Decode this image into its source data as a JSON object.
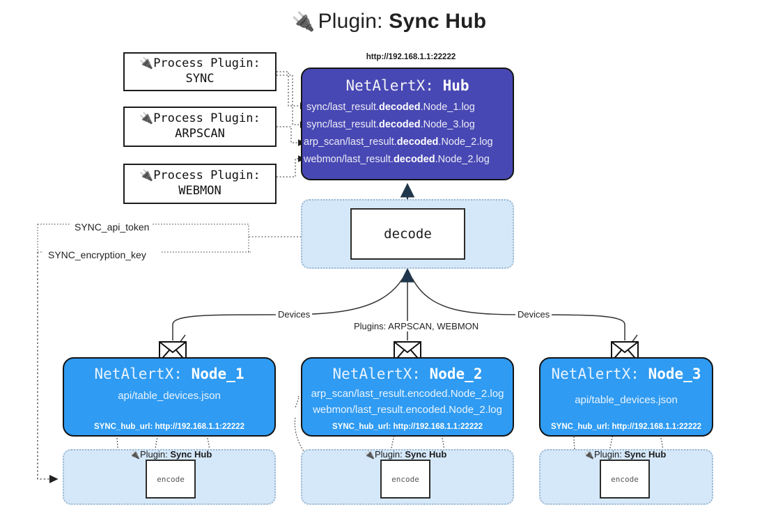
{
  "title": {
    "icon": "plug-icon",
    "prefix": "Plugin:",
    "name": "Sync Hub"
  },
  "colors": {
    "hub": "#4848b4",
    "node": "#2f9bf2",
    "panel": "#d5e8fa",
    "box_border": "#1c1c1c",
    "text_dark": "#1a1a1a"
  },
  "process_plugins": [
    {
      "icon": "plug-icon",
      "line1": "Process Plugin:",
      "line2": "SYNC"
    },
    {
      "icon": "plug-icon",
      "line1": "Process Plugin:",
      "line2": "ARPSCAN"
    },
    {
      "icon": "plug-icon",
      "line1": "Process Plugin:",
      "line2": "WEBMON"
    }
  ],
  "hub": {
    "url": "http://192.168.1.1:22222",
    "app": "NetAlertX:",
    "name": "Hub",
    "logs": [
      {
        "pre": "sync/last_result.",
        "mid": "decoded",
        "post": ".Node_1.log"
      },
      {
        "pre": "sync/last_result.",
        "mid": "decoded",
        "post": ".Node_3.log"
      },
      {
        "pre": "arp_scan/last_result.",
        "mid": "decoded",
        "post": ".Node_2.log"
      },
      {
        "pre": "webmon/last_result.",
        "mid": "decoded",
        "post": ".Node_2.log"
      }
    ]
  },
  "decode": {
    "label": "decode"
  },
  "secrets": {
    "api_token": "SYNC_api_token",
    "encryption_key": "SYNC_encryption_key"
  },
  "edges": {
    "devices_left": "Devices",
    "devices_right": "Devices",
    "plugins_center": "Plugins: ARPSCAN, WEBMON"
  },
  "nodes": [
    {
      "app": "NetAlertX:",
      "name": "Node_1",
      "lines": [
        {
          "text": "api/table_devices.json"
        }
      ],
      "footer": "SYNC_hub_url: http://192.168.1.1:22222",
      "envelope_icon": "envelope-icon"
    },
    {
      "app": "NetAlertX:",
      "name": "Node_2",
      "lines": [
        {
          "text": "arp_scan/last_result.encoded.Node_2.log"
        },
        {
          "text": "webmon/last_result.encoded.Node_2.log"
        }
      ],
      "footer": "SYNC_hub_url: http://192.168.1.1:22222",
      "envelope_icon": "envelope-icon"
    },
    {
      "app": "NetAlertX:",
      "name": "Node_3",
      "lines": [
        {
          "text": "api/table_devices.json"
        }
      ],
      "footer": "SYNC_hub_url: http://192.168.1.1:22222",
      "envelope_icon": "envelope-icon"
    }
  ],
  "encoders": [
    {
      "plugin_prefix": "Plugin:",
      "plugin_name": "Sync Hub",
      "label": "encode",
      "icon": "plug-icon"
    },
    {
      "plugin_prefix": "Plugin:",
      "plugin_name": "Sync Hub",
      "label": "encode",
      "icon": "plug-icon"
    },
    {
      "plugin_prefix": "Plugin:",
      "plugin_name": "Sync Hub",
      "label": "encode",
      "icon": "plug-icon"
    }
  ]
}
